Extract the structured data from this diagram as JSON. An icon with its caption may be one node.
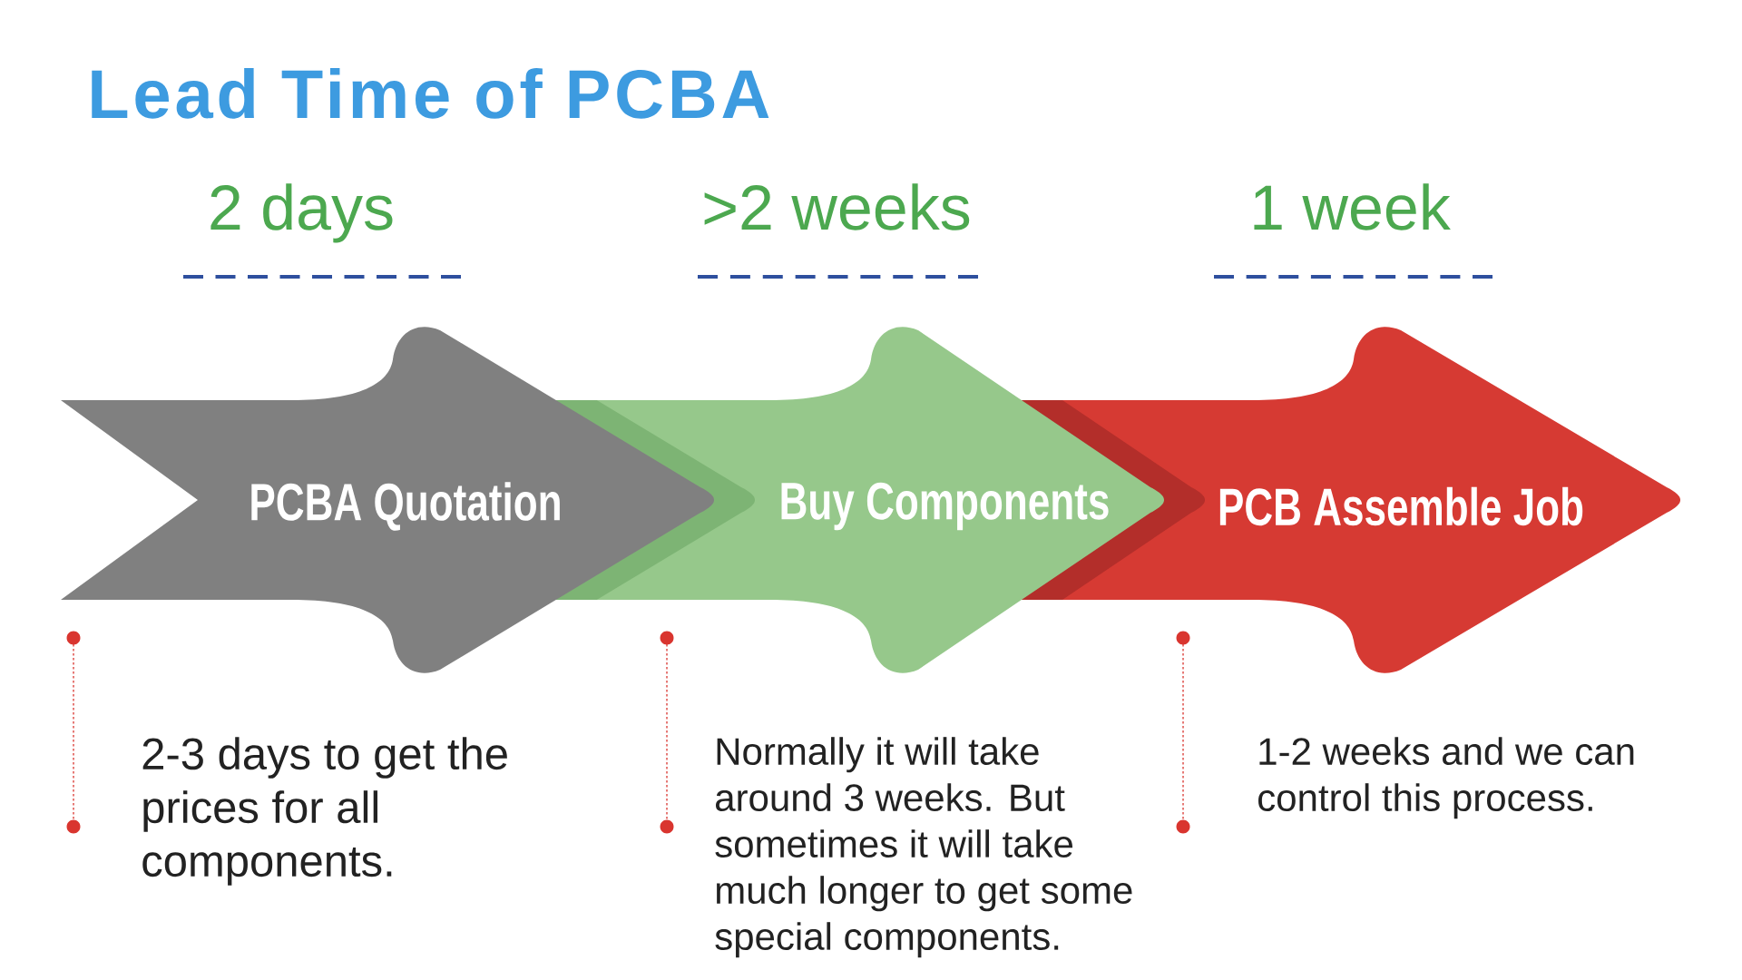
{
  "diagram": {
    "title": "Lead Time of PCBA",
    "nodes": [
      {
        "text": [
          "PCBA Quotation"
        ],
        "beside": [
          "2 days",
          "2-3 days to get the prices for all components."
        ]
      },
      {
        "text": [
          "Buy Components"
        ],
        "beside": [
          ">2 weeks",
          "Normally it will take around 3 weeks. But sometimes it will take much longer to get some special components."
        ]
      },
      {
        "text": [
          "PCB Assemble Job"
        ],
        "beside": [
          "1 week",
          "1-2 weeks and we can control this process."
        ]
      }
    ]
  }
}
